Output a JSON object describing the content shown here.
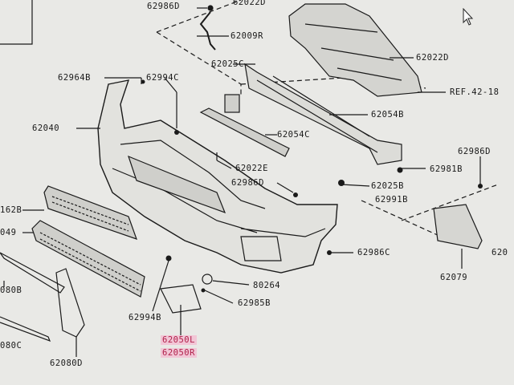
{
  "labels": {
    "p62986D_top": "62986D",
    "p62022D_top": "62022D",
    "p62009R": "62009R",
    "p62025C": "62025C",
    "p62022D_right": "62022D",
    "p62964B": "62964B",
    "p62994C": "62994C",
    "ref": "REF.42-18",
    "p62054B": "62054B",
    "p62040": "62040",
    "p62054C": "62054C",
    "p62986D_right": "62986D",
    "p62022E": "62022E",
    "p62981B": "62981B",
    "p62986D_mid": "62986D",
    "p62025B": "62025B",
    "p62991B": "62991B",
    "p162B": "162B",
    "p049": "049",
    "p62986C": "62986C",
    "p080B": "080B",
    "p80264": "80264",
    "p62079": "62079",
    "p62985B": "62985B",
    "p62994B": "62994B",
    "p080C": "080C",
    "p62050L": "62050L",
    "p62050R": "62050R",
    "p62080D": "62080D",
    "p620_edge": "620"
  },
  "colors": {
    "paper": "#e9e9e6",
    "ink": "#1a1a1a",
    "highlight_bg": "#f2c6d6",
    "highlight_text": "#b0204a"
  }
}
